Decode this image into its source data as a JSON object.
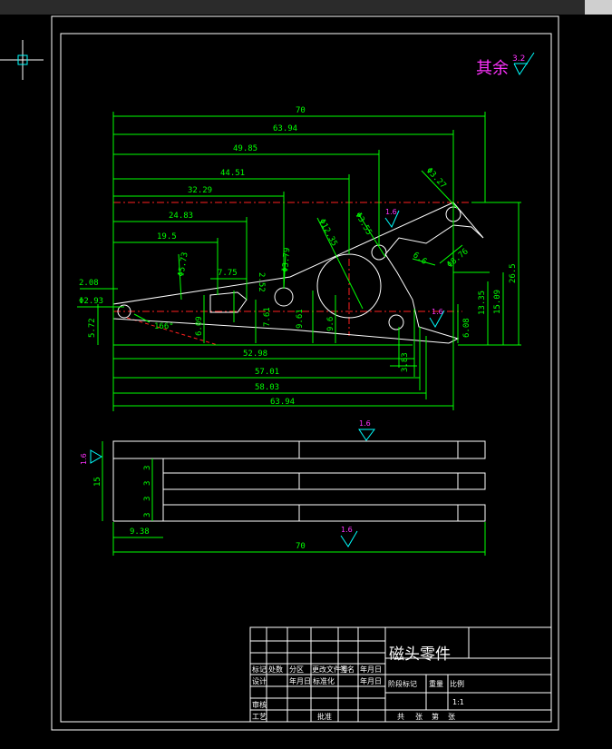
{
  "rough": {
    "label": "其余",
    "value": "3.2"
  },
  "roughness_marks": [
    "1.6",
    "1.6",
    "1.6",
    "1.6",
    "1.6"
  ],
  "top_dims": [
    "70",
    "63.94",
    "49.85",
    "44.51",
    "32.29",
    "24.83",
    "19.5"
  ],
  "inner_dims": [
    "7.75",
    "2.52",
    "2.08",
    "6.09",
    "7.61",
    "9.61",
    "9.6"
  ],
  "diameters": [
    "Φ2.93",
    "Φ5.73",
    "Φ3.79",
    "Φ12.35",
    "Φ3.55",
    "Φ3.27",
    "Φ8.76"
  ],
  "angle": "166°",
  "small_dims": [
    "6.6",
    "3.83",
    "6.08"
  ],
  "right_dims": [
    "26.5",
    "15.09",
    "13.35"
  ],
  "left_dim": "5.72",
  "bottom_dims": [
    "52.98",
    "57.01",
    "58.03",
    "63.94"
  ],
  "side_view": {
    "height": "15",
    "gaps": [
      "3",
      "3",
      "3",
      "3"
    ],
    "offset": "9.38",
    "width": "70"
  },
  "title_block": {
    "title": "磁头零件",
    "row1": [
      "标记",
      "处数",
      "分区",
      "更改文件号",
      "签名",
      "年月日"
    ],
    "design": "设计",
    "std": "标准化",
    "ymd": "年月日",
    "stage": "阶段标记",
    "weight": "重量",
    "scale_label": "比例",
    "scale": "1:1",
    "review": "审核",
    "process": "工艺",
    "approve": "批准",
    "sheet": [
      "共",
      "张",
      "第",
      "张"
    ]
  }
}
